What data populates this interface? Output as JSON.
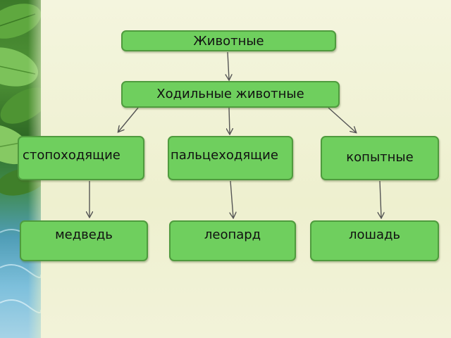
{
  "nodes": {
    "animals": "Животные",
    "walking_animals": "Ходильные животные",
    "plantigrade": "стопоходящие",
    "digitigrade": "пальцеходящие",
    "hoofed": "копытные",
    "bear": "медведь",
    "leopard": "леопард",
    "horse": "лошадь"
  },
  "colors": {
    "node_fill": "#6fcf5e",
    "node_border": "#4f9b3e",
    "arrow": "#555555"
  }
}
